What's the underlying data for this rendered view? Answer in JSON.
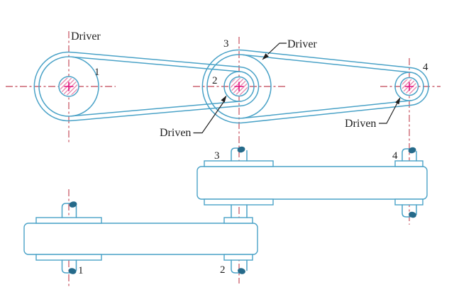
{
  "diagram_title": "compound-belt-drive",
  "colors": {
    "outline_blue": "#4AA2C7",
    "centerline_red": "#C14553",
    "hatch_pink": "#E87FA8",
    "cross_magenta": "#E3117E",
    "shaft_end_dark": "#256A8A",
    "label_dark": "#1F1F1F",
    "background": "#FFFFFF"
  },
  "top_view": {
    "labels": {
      "driver_left": "Driver",
      "driver_right": "Driver",
      "driven_left": "Driven",
      "driven_right": "Driven",
      "pulley1": "1",
      "pulley2": "2",
      "pulley3": "3",
      "pulley4": "4"
    }
  },
  "side_view": {
    "labels": {
      "shaft1": "1",
      "shaft2": "2",
      "shaft3": "3",
      "shaft4": "4"
    }
  }
}
